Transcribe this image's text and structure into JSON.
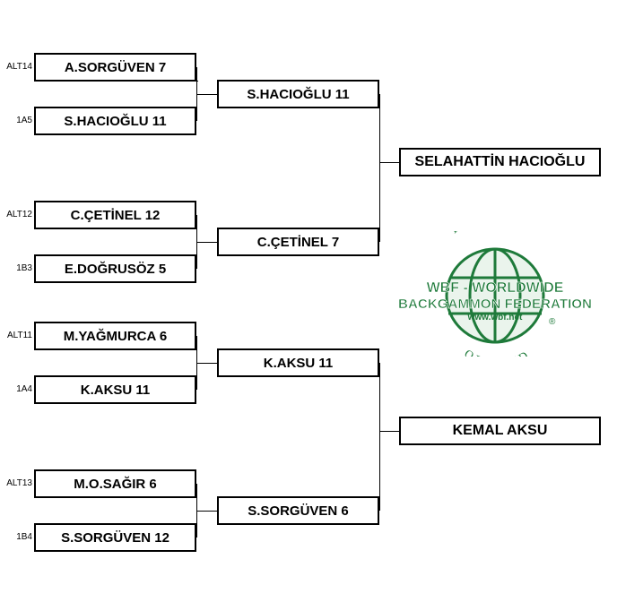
{
  "round1": [
    {
      "seed": "ALT14",
      "name": "A.SORGÜVEN  7"
    },
    {
      "seed": "1A5",
      "name": "S.HACIOĞLU  11"
    },
    {
      "seed": "ALT12",
      "name": "C.ÇETİNEL  12"
    },
    {
      "seed": "1B3",
      "name": "E.DOĞRUSÖZ  5"
    },
    {
      "seed": "ALT11",
      "name": "M.YAĞMURCA  6"
    },
    {
      "seed": "1A4",
      "name": "K.AKSU  11"
    },
    {
      "seed": "ALT13",
      "name": "M.O.SAĞIR  6"
    },
    {
      "seed": "1B4",
      "name": "S.SORGÜVEN  12"
    }
  ],
  "round2": [
    {
      "name": "S.HACIOĞLU  11"
    },
    {
      "name": "C.ÇETİNEL  7"
    },
    {
      "name": "K.AKSU  11"
    },
    {
      "name": "S.SORGÜVEN  6"
    }
  ],
  "finalists": [
    {
      "name": "SELAHATTİN HACIOĞLU"
    },
    {
      "name": "KEMAL AKSU"
    }
  ],
  "logo": {
    "top_text": "THE SPORT",
    "line1": "WBF - WORLDWIDE",
    "line2": "BACKGAMMON FEDERATION",
    "url": "www.wbf.net",
    "bottom_text": "OF MIND",
    "mark": "®",
    "color": "#1e7a3a"
  }
}
